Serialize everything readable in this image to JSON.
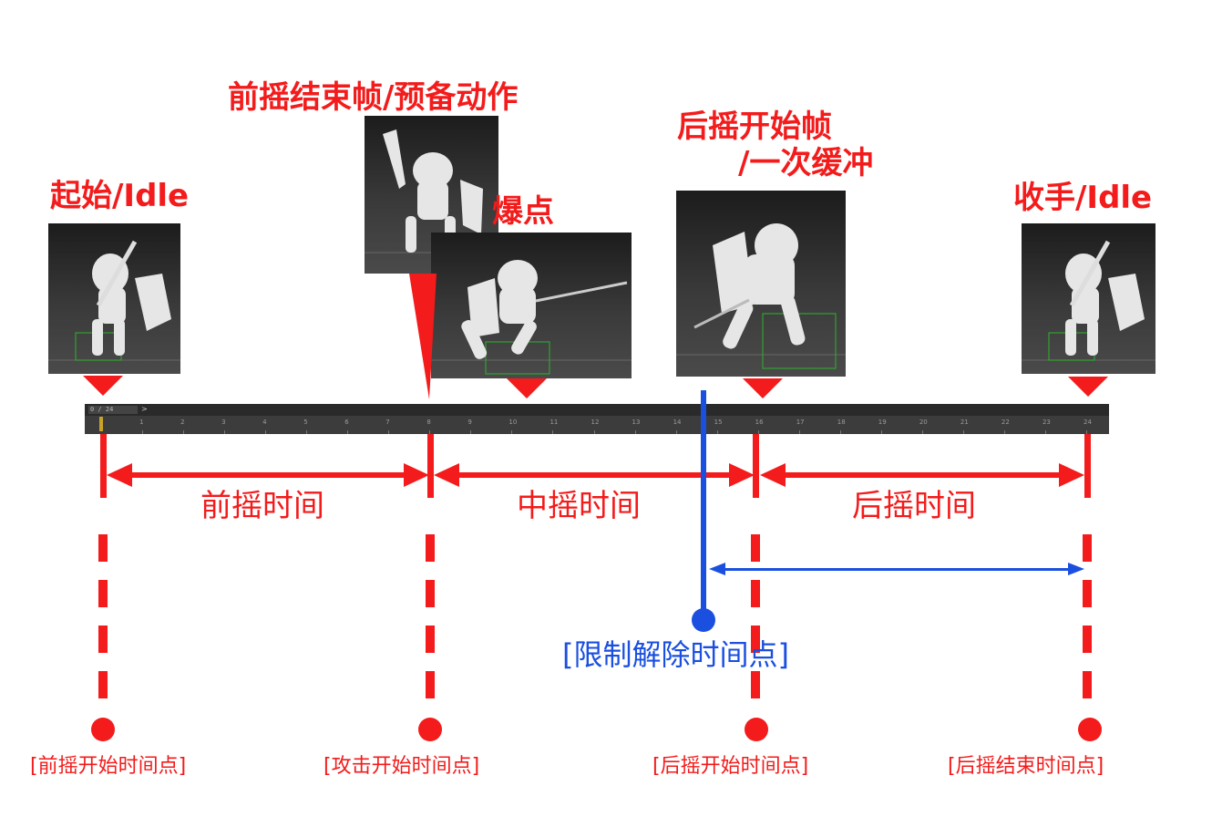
{
  "colors": {
    "accent_red": "#f31b1b",
    "accent_blue": "#1a4fe0",
    "timeline_bg": "#3c3c3c"
  },
  "top_labels": {
    "start": "起始/Idle",
    "windup_end_line1": "前摇结束帧/预备动作",
    "impact": "爆点",
    "recovery_start_line1": "后摇开始帧",
    "recovery_start_line2": "/一次缓冲",
    "end": "收手/Idle"
  },
  "frames": [
    {
      "id": "start-frame",
      "icon": "knight-idle-pose"
    },
    {
      "id": "windup-frame",
      "icon": "knight-windup-pose"
    },
    {
      "id": "impact-frame",
      "icon": "knight-thrust-pose"
    },
    {
      "id": "recovery-frame",
      "icon": "knight-recovery-pose"
    },
    {
      "id": "end-frame",
      "icon": "knight-idle-pose"
    }
  ],
  "timeline": {
    "counter": "0 / 24",
    "arrow": ">",
    "ticks": [
      "1",
      "2",
      "3",
      "4",
      "5",
      "6",
      "7",
      "8",
      "9",
      "10",
      "11",
      "12",
      "13",
      "14",
      "15",
      "16",
      "17",
      "18",
      "19",
      "20",
      "21",
      "22",
      "23",
      "24"
    ]
  },
  "phases": {
    "windup": "前摇时间",
    "mid": "中摇时间",
    "recovery": "后摇时间"
  },
  "blue_label": "[限制解除时间点]",
  "points": {
    "windup_start": "[前摇开始时间点]",
    "attack_start": "[攻击开始时间点]",
    "recovery_start": "[后摇开始时间点]",
    "recovery_end": "[后摇结束时间点]"
  }
}
